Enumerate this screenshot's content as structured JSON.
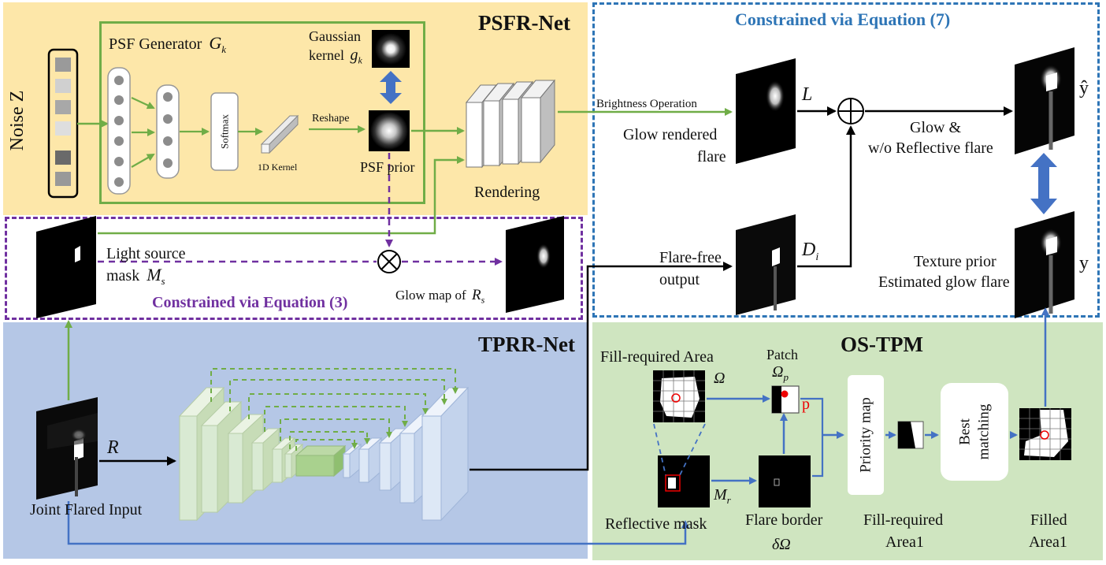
{
  "regions": {
    "psfr": {
      "title": "PSFR-Net",
      "fill": "#fde7a9"
    },
    "tprr": {
      "title": "TPRR-Net",
      "fill": "#b5c7e6"
    },
    "ostpm": {
      "title": "OS-TPM",
      "fill": "#cfe5c0"
    },
    "constraint7": {
      "title": "Constrained via Equation (7)",
      "color": "#2e75b6"
    },
    "constraint3": {
      "title": "Constrained via Equation (3)",
      "color": "#7030a0"
    }
  },
  "psfr": {
    "noise_label": "Noise Z",
    "generator_label": "PSF Generator",
    "generator_symbol": "G",
    "generator_sub": "k",
    "gaussian_label_1": "Gaussian",
    "gaussian_label_2": "kernel",
    "gaussian_symbol": "g",
    "gaussian_sub": "k",
    "softmax_label": "Softmax",
    "kernel1d_label": "1D Kernel",
    "reshape_label": "Reshape",
    "psf_prior_label": "PSF prior",
    "rendering_label": "Rendering",
    "brightness_label": "Brightness Operation"
  },
  "constraint3_block": {
    "light_source_1": "Light source",
    "light_source_2": "mask",
    "mask_symbol": "M",
    "mask_sub": "s",
    "glow_map_label": "Glow map of",
    "glow_map_symbol": "R",
    "glow_map_sub": "s"
  },
  "constraint7_block": {
    "glow_rendered_1": "Glow rendered",
    "glow_rendered_2": "flare",
    "L_symbol": "L",
    "glow_wo_1": "Glow &",
    "glow_wo_2": "w/o Reflective flare",
    "yhat_symbol": "ŷ",
    "y_symbol": "y",
    "flare_free_1": "Flare-free",
    "flare_free_2": "output",
    "D_symbol": "D",
    "D_sub": "i",
    "texture_prior": "Texture prior",
    "estimated_glow": "Estimated glow flare"
  },
  "tprr": {
    "input_label": "Joint Flared Input",
    "R_symbol": "R"
  },
  "ostpm": {
    "fill_required_area": "Fill-required Area",
    "omega_symbol": "Ω",
    "patch_label": "Patch",
    "patch_symbol": "Ω",
    "patch_sub": "p",
    "p_symbol": "p",
    "priority_map": "Priority map",
    "best_matching_1": "Best",
    "best_matching_2": "matching",
    "Mr_symbol": "M",
    "Mr_sub": "r",
    "reflective_mask": "Reflective mask",
    "flare_border": "Flare border",
    "delta_omega": "δΩ",
    "fill_required_area1_1": "Fill-required",
    "fill_required_area1_2": "Area1",
    "filled_1": "Filled",
    "filled_2": "Area1"
  },
  "colors": {
    "green_arrow": "#70ad47",
    "blue_arrow": "#4472c4",
    "purple": "#7030a0",
    "unet_green": "#d9ead3",
    "unet_blue": "#dde8f6",
    "black": "#000000"
  }
}
